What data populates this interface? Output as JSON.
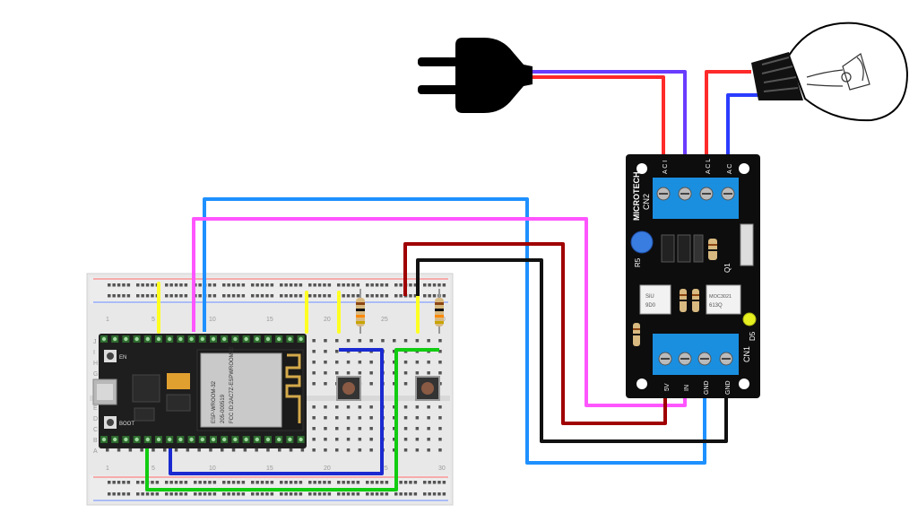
{
  "board": {
    "brand": "MICROTECH",
    "labels": {
      "cn2": "CN2",
      "cn1": "CN1",
      "r5": "R5",
      "q1": "Q1",
      "d5": "D5",
      "t1": "A C I",
      "t2": "A C L",
      "t3": "A C",
      "t4": "",
      "b1": "5V",
      "b2": "IN",
      "b3": "GND",
      "b4": "GND",
      "opto1a": "SiU",
      "opto1b": "9D0",
      "opto2a": "MOC3021",
      "opto2b": "613Q"
    }
  },
  "esp32": {
    "module_text": [
      "ESP-WROOM-32",
      "205-000519",
      "FCC ID:2AC7Z-ESPWROOM32"
    ],
    "board_text": [
      "EN",
      "BOOT"
    ]
  },
  "breadboard": {
    "col_numbers": [
      "1",
      "5",
      "10",
      "15",
      "20",
      "25",
      "30"
    ],
    "row_letters_top": [
      "J",
      "I",
      "H",
      "G",
      "F"
    ],
    "row_letters_bottom": [
      "E",
      "D",
      "C",
      "B",
      "A"
    ]
  },
  "colors": {
    "red": "#ff2a2a",
    "purple": "#6a3cff",
    "blue": "#2a3cff",
    "lightblue": "#1e90ff",
    "pink": "#ff55ff",
    "darkred": "#a00000",
    "black": "#111111",
    "green": "#11cc11",
    "navy": "#1a2ad0",
    "yellow": "#ffff22",
    "board": "#0d0d0d",
    "terminal": "#1a8fe0"
  }
}
